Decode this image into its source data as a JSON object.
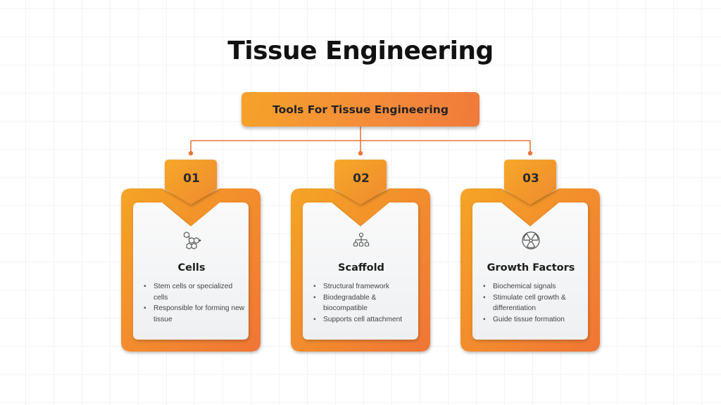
{
  "title": "Tissue Engineering",
  "root": {
    "label": "Tools For Tissue Engineering"
  },
  "colors": {
    "accent_start": "#f5a22a",
    "accent_end": "#f07a3a",
    "connector": "#e8763a",
    "card_inner": "#f4f5f6",
    "title_text": "#111111"
  },
  "cards": [
    {
      "number": "01",
      "icon": "molecule-hexagons-icon",
      "title": "Cells",
      "bullets": [
        "Stem cells or specialized cells",
        "Responsible for forming new tissue"
      ]
    },
    {
      "number": "02",
      "icon": "hierarchy-structure-icon",
      "title": "Scaffold",
      "bullets": [
        "Structural framework",
        "Biodegradable & biocompatible",
        "Supports cell attachment"
      ]
    },
    {
      "number": "03",
      "icon": "radiation-symbol-icon",
      "title": "Growth Factors",
      "bullets": [
        "Biochemical signals",
        "Stimulate cell growth & differentiation",
        "Guide tissue formation"
      ]
    }
  ]
}
